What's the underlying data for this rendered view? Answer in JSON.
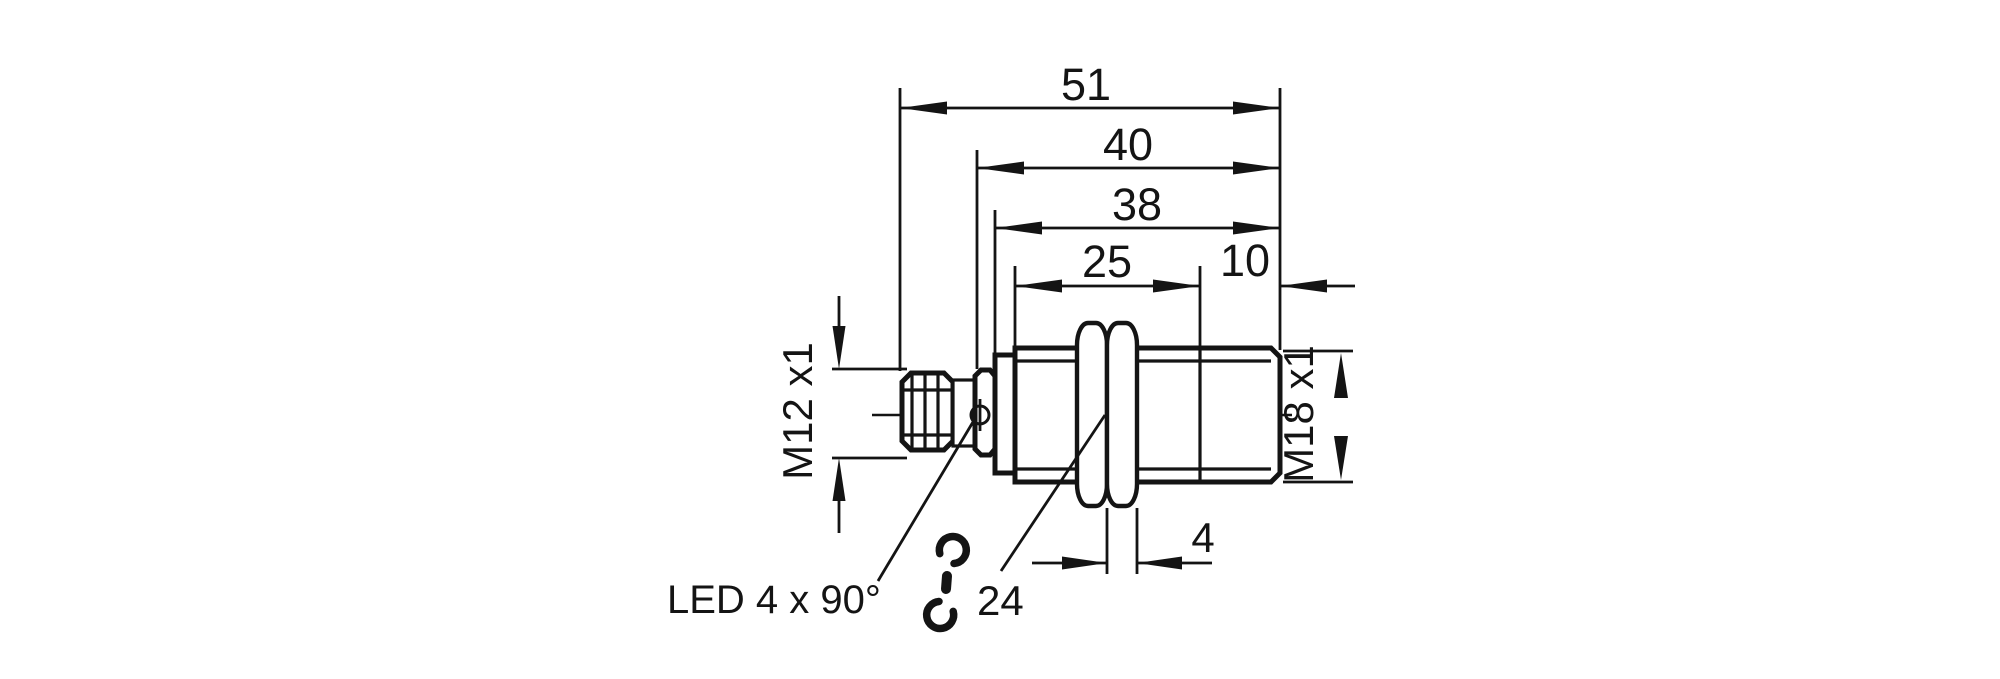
{
  "drawing": {
    "type": "technical-dimension-drawing",
    "subject": "inductive barrel sensor, side view",
    "dims": {
      "overall_length": "51",
      "housing_length": "40",
      "barrel_length": "38",
      "thread_length": "25",
      "tip_length": "10",
      "nut_thickness": "4"
    },
    "threads": {
      "connector_thread": "M12 x1",
      "barrel_thread": "M18 x1"
    },
    "annotations": {
      "led_note": "LED 4 x 90°",
      "wrench_size": "24"
    },
    "icons": {
      "wrench_icon": "open-end-wrench"
    },
    "colors": {
      "line": "#141414",
      "background": "#ffffff"
    }
  }
}
